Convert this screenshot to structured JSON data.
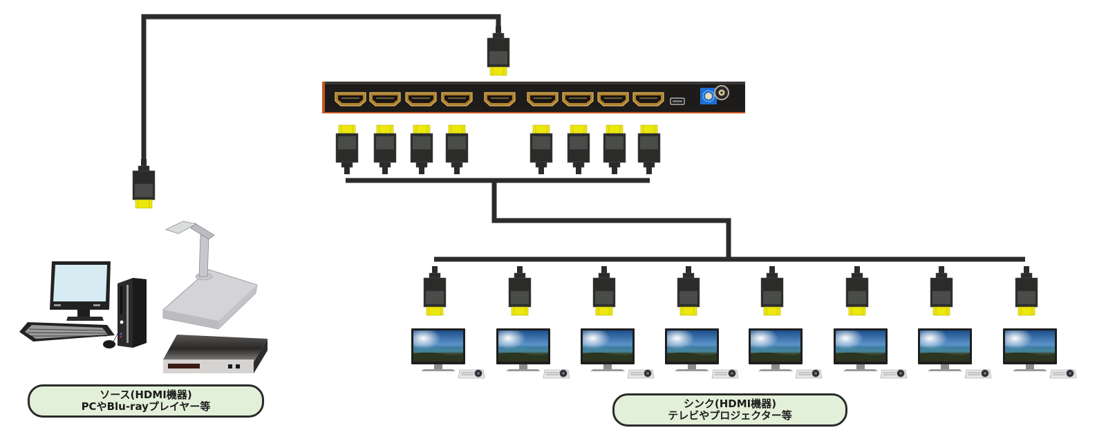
{
  "diagram": {
    "title": "HDMI 1x8 splitter connection diagram",
    "source_label": {
      "line1": "ソース(HDMI機器)",
      "line2": "PCやBlu-rayプレイヤー等"
    },
    "sink_label": {
      "line1": "シンク(HDMI機器)",
      "line2": "テレビやプロジェクター等"
    },
    "splitter": {
      "hdmi_ports": 9,
      "output_ports": 8,
      "input_ports": 1,
      "extras": [
        "mini-usb-port",
        "rotary-dip-switch",
        "dc-power-jack"
      ]
    },
    "source_devices": [
      "desktop-pc",
      "document-camera",
      "blu-ray-player"
    ],
    "sink_devices_count": 8,
    "sink_device_pair": [
      "monitor",
      "projector"
    ],
    "colors": {
      "cable": "#2b2c2a",
      "connector_body": "#2b2c2a",
      "connector_window": "#4a4c4a",
      "connector_tip": "#ece80e",
      "splitter_body": "#1e1c1a",
      "splitter_edge": "#c8581e",
      "port_gold": "#c89a3a",
      "dip_switch_blue": "#1c6fd8",
      "label_fill": "#e3f0d9",
      "label_border": "#2a2a2a"
    }
  }
}
